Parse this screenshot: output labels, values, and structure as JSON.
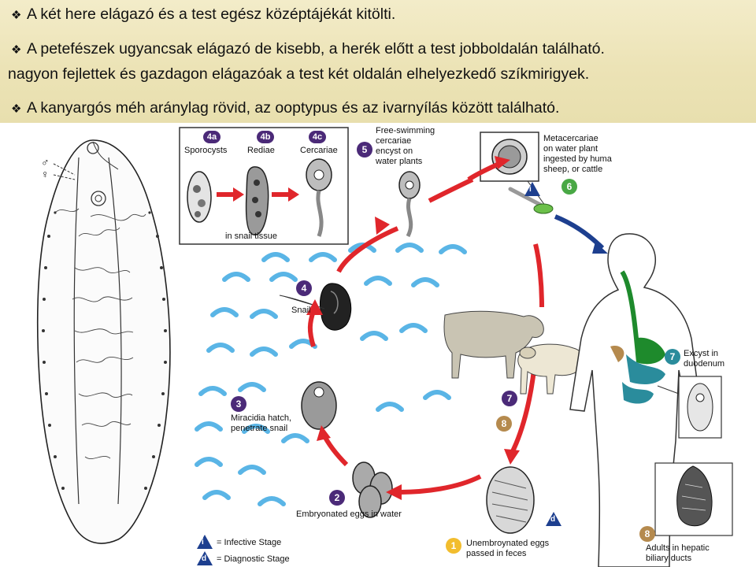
{
  "banner": {
    "line1": "A két here elágazó és a test egész középtájékát kitölti.",
    "line2": "A petefészek ugyancsak elágazó de kisebb, a herék előtt a test jobboldalán található.",
    "line3": "nagyon fejlettek és gazdagon elágazóak a test két oldalán elhelyezkedő szíkmirigyek.",
    "line4": "A kanyargós méh aránylag rövid, az ooptypus és az ivarnyílás között található."
  },
  "diagram": {
    "inset": {
      "s4a": "4a",
      "s4b": "4b",
      "s4c": "4c",
      "sporocysts": "Sporocysts",
      "rediae": "Rediae",
      "cercariae": "Cercariae",
      "caption": "in snail tissue"
    },
    "step5": {
      "num": "5",
      "text": [
        "Free-swimming",
        "cercariae",
        "encyst on",
        "water plants"
      ]
    },
    "step6": {
      "num": "6",
      "text": [
        "Metacercariae",
        "on water plant",
        "ingested by huma",
        "sheep, or cattle"
      ]
    },
    "step4": {
      "num": "4",
      "text": "Snail"
    },
    "step3": {
      "num": "3",
      "text": [
        "Miracidia hatch,",
        "penetrate snail"
      ]
    },
    "step2": {
      "num": "2",
      "text": "Embryonated eggs in water"
    },
    "step1": {
      "num": "1",
      "text": [
        "Unembroynated eggs",
        "passed in feces"
      ]
    },
    "step7a": {
      "num": "7"
    },
    "step8a": {
      "num": "8"
    },
    "step7b": {
      "num": "7",
      "text": [
        "Excyst in",
        "duodenum"
      ]
    },
    "step8b": {
      "num": "8",
      "text": [
        "Adults in hepatic",
        "biliary ducts"
      ]
    },
    "legend": {
      "i": "i",
      "d": "d",
      "infective": "= Infective Stage",
      "diagnostic": "= Diagnostic Stage"
    },
    "symbols": {
      "male": "♂",
      "female": "♀"
    }
  },
  "colors": {
    "red": "#e0262b",
    "blue": "#1d3f8f",
    "water": "#5ab5e6",
    "purple": "#4b2a78"
  }
}
